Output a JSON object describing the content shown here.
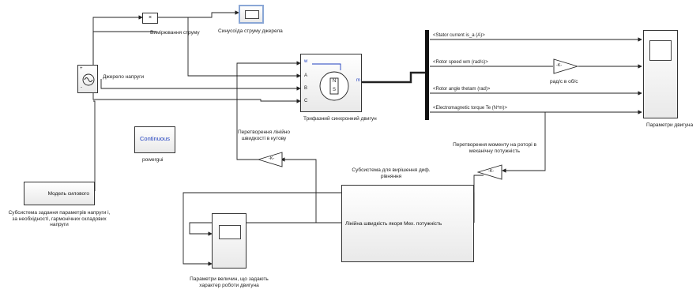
{
  "blocks": {
    "product": {
      "symbol": "×"
    },
    "current_calc": {
      "label": "Вимірювання струму"
    },
    "current_scope": {
      "label": "Синусоїда струму джерела"
    },
    "voltage_source": {
      "label": "Джерело напруги",
      "port_plus": "+",
      "port_minus": "-"
    },
    "powergui": {
      "text": "Continuous",
      "label": "powergui"
    },
    "model_subsystem": {
      "text": "Модель силового",
      "label": "Субсистема задання параметрів напруги і, за необхідності, гармонічних складових напруги"
    },
    "motor": {
      "label": "Трифазний синхронний двигун",
      "port_w": "w",
      "port_a": "A",
      "port_b": "B",
      "port_c": "C",
      "port_m": "m",
      "rotor_n": "N",
      "rotor_s": "S"
    },
    "bus_signals": [
      "<Stator current is_a (A)>",
      "<Rotor speed wm (rad/s)>",
      "<Rotor angle thetam (rad)>",
      "<Electromagnetic torque Te (N*m)>"
    ],
    "gain_rpm": {
      "text": "-K-",
      "label": "рад/с в об/с"
    },
    "motor_scope": {
      "label": "Параметри двигуна"
    },
    "gain_linear": {
      "text": "-K-",
      "label": "Перетворення лінійно швидкості в кутову"
    },
    "gain_torque": {
      "text": "-K-",
      "label": "Перетворення моменту на роторі в механічну потужність"
    },
    "ode_subsystem": {
      "label": "Субсистема для вирішення диф. рівняння",
      "text": "Лінійна швидкість якоря  Мех. потужність"
    },
    "params_scope": {
      "label": "Параметри величин, що задають характер роботи двигуна"
    }
  },
  "colors": {
    "wire": "#222222",
    "bus": "#111111",
    "accent": "#1f3fbf",
    "selected_border": "#8aa7d6"
  }
}
